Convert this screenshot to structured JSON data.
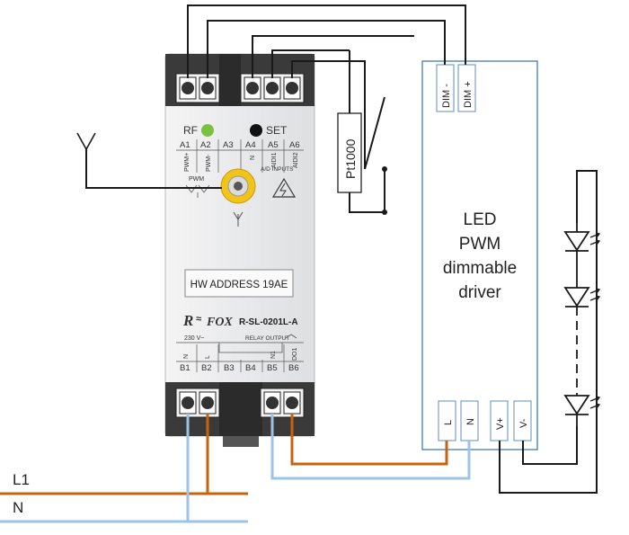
{
  "colors": {
    "wire": "#1a1a1a",
    "live": "#c9620e",
    "neutral": "#9dc3e6",
    "driver_border": "#5b8ec4",
    "module_body": "#e9e9ea",
    "terminal_block": "#3a3a3a",
    "rf_led": "#7ac142",
    "antenna_connector": "#f2c318"
  },
  "module": {
    "rf_label": "RF",
    "set_label": "SET",
    "top_terminals": [
      "A1",
      "A2",
      "A3",
      "A4",
      "A5",
      "A6"
    ],
    "top_functions": [
      "PWM+",
      "PWM-",
      "",
      "N",
      "AIDI1",
      "AIDI2"
    ],
    "pwm_group": "PWM",
    "ad_inputs": "A/D INPUTS",
    "hw_address": "HW ADDRESS 19AE",
    "brand": "R-SL-0201L-A",
    "supply_label": "230 V~",
    "relay_output": "RELAY OUTPUT",
    "bottom_terminals": [
      "B1",
      "B2",
      "B3",
      "B4",
      "B5",
      "B6"
    ],
    "bottom_functions": [
      "N",
      "L",
      "",
      "",
      "N1",
      "DO1"
    ]
  },
  "sensor": {
    "label": "Pt1000"
  },
  "driver": {
    "title_lines": [
      "LED",
      "PWM",
      "dimmable",
      "driver"
    ],
    "dim_minus": "DIM -",
    "dim_plus": "DIM +",
    "l": "L",
    "n": "N",
    "v_plus": "V+",
    "v_minus": "V-"
  },
  "mains": {
    "l1": "L1",
    "n": "N"
  }
}
